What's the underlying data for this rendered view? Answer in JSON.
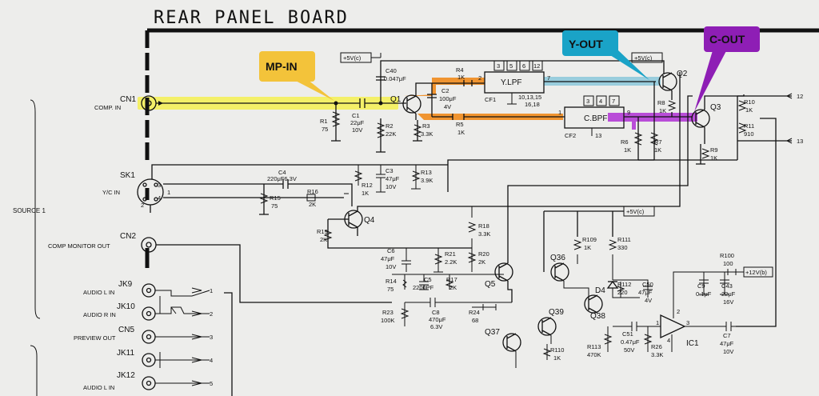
{
  "title": "REAR PANEL BOARD",
  "callouts": {
    "mp_in": {
      "label": "MP-IN",
      "color": "#f3c33a",
      "text_color": "#e8221b"
    },
    "y_out": {
      "label": "Y-OUT",
      "color": "#1aa3c7",
      "text_color": "#ffffff"
    },
    "c_out": {
      "label": "C-OUT",
      "color": "#8e1eb5",
      "text_color": "#ffffff"
    }
  },
  "highlights": {
    "yellow": "#f4f05a",
    "orange": "#f08a1c",
    "blue": "#8fc9dc",
    "purple": "#b23bd6"
  },
  "section_label": "SOURCE 1",
  "connectors": [
    {
      "ref": "CN1",
      "name": "COMP. IN"
    },
    {
      "ref": "SK1",
      "name": "Y/C IN"
    },
    {
      "ref": "CN2",
      "name": "COMP MONITOR OUT"
    },
    {
      "ref": "JK9",
      "name": "AUDIO L IN"
    },
    {
      "ref": "JK10",
      "name": "AUDIO R IN"
    },
    {
      "ref": "CN5",
      "name": "PREVIEW OUT"
    },
    {
      "ref": "JK11",
      "name": ""
    },
    {
      "ref": "JK12",
      "name": "AUDIO L IN"
    }
  ],
  "sk1_pins": [
    "3",
    "1",
    "4",
    "2"
  ],
  "supplies": {
    "v5_top": "+5V(c)",
    "v5_q2": "+5V(c)",
    "v5_mid": "+5V(c)",
    "v12": "+12V(b)"
  },
  "filters": {
    "ylpf": {
      "name": "Y.LPF",
      "ref": "CF1",
      "pins_top": [
        "3",
        "5",
        "6",
        "12"
      ],
      "pin_in": "2",
      "pin_out": "7",
      "pins_bottom": [
        "10,13,15",
        "16,18"
      ]
    },
    "cbpf": {
      "name": "C.BPF",
      "ref": "CF2",
      "pins_top": [
        "3",
        "4",
        "7"
      ],
      "pin_in": "1",
      "pin_out": "9",
      "pin_bottom": "13"
    }
  },
  "transistors": [
    "Q1",
    "Q2",
    "Q3",
    "Q4",
    "Q5",
    "Q36",
    "Q37",
    "Q38",
    "Q39"
  ],
  "ic": {
    "ref": "IC1",
    "pins": [
      "1",
      "2",
      "3",
      "4"
    ]
  },
  "diode": "D4",
  "components": {
    "c40": [
      "C40",
      "0.047μF"
    ],
    "r1": [
      "R1",
      "75"
    ],
    "c1": [
      "C1",
      "22μF",
      "10V"
    ],
    "r2": [
      "R2",
      "22K"
    ],
    "r3": [
      "R3",
      "3.3K"
    ],
    "r4": [
      "R4",
      "1K"
    ],
    "c2": [
      "C2",
      "100μF",
      "4V"
    ],
    "r5": [
      "R5",
      "1K"
    ],
    "r6": [
      "R6",
      "1K"
    ],
    "r7": [
      "R7",
      "1K"
    ],
    "r8": [
      "R8",
      "1K"
    ],
    "r9": [
      "R9",
      "1K"
    ],
    "r10": [
      "R10",
      "1K"
    ],
    "r11": [
      "R11",
      "910"
    ],
    "c3": [
      "C3",
      "47μF",
      "10V"
    ],
    "r12": [
      "R12",
      "1K"
    ],
    "r13": [
      "R13",
      "3.9K"
    ],
    "c4": [
      "C4",
      "220μF6.3V"
    ],
    "r15": [
      "R15",
      "75"
    ],
    "r16": [
      "R16",
      "2K"
    ],
    "r18": [
      "R18",
      "3.3K"
    ],
    "r19": [
      "R19",
      "2K"
    ],
    "c6": [
      "C6",
      "47μF",
      "10V"
    ],
    "r21": [
      "R21",
      "2.2K"
    ],
    "r20": [
      "R20",
      "2K"
    ],
    "r14": [
      "R14",
      "75"
    ],
    "c5": [
      "C5",
      "2200PF"
    ],
    "r17": [
      "R17",
      "2K"
    ],
    "r23": [
      "R23",
      "100K"
    ],
    "c8": [
      "C8",
      "470μF",
      "6.3V"
    ],
    "r24": [
      "R24",
      "68"
    ],
    "r109": [
      "R109",
      "1K"
    ],
    "r111": [
      "R111",
      "330"
    ],
    "r112": [
      "R112",
      "220"
    ],
    "c50": [
      "C50",
      "47μF",
      "4V"
    ],
    "c9": [
      "C9",
      "0.1μF"
    ],
    "c43": [
      "C43",
      "22μF",
      "16V"
    ],
    "r100": [
      "R100",
      "100"
    ],
    "r110": [
      "R110",
      "1K"
    ],
    "c51": [
      "C51",
      "0.47μF",
      "50V"
    ],
    "r113": [
      "R113",
      "470K"
    ],
    "r26": [
      "R26",
      "3.3K"
    ],
    "c7": [
      "C7",
      "47μF",
      "10V"
    ]
  },
  "nets": {
    "n12": "12",
    "n13": "13",
    "a1": "1",
    "a2": "2",
    "a3": "3",
    "a4": "4",
    "a5": "5"
  }
}
